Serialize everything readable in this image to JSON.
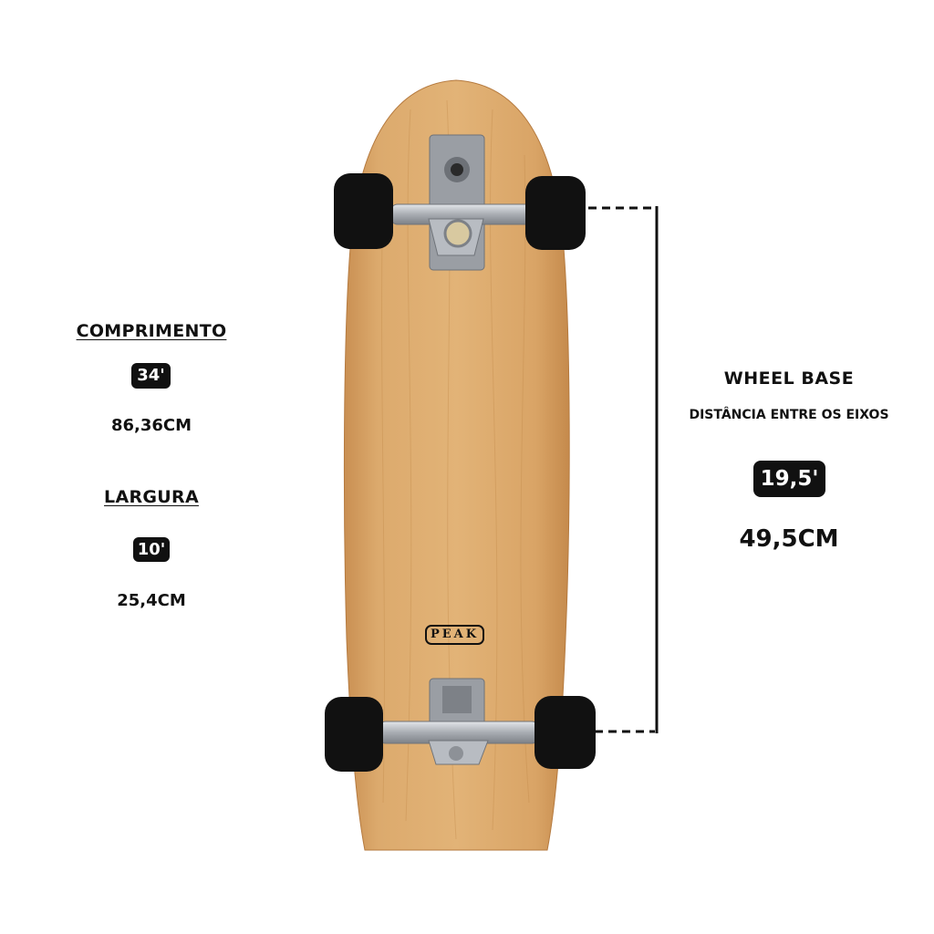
{
  "left_specs": {
    "length": {
      "heading": "COMPRIMENTO",
      "inches": "34'",
      "metric": "86,36CM"
    },
    "width": {
      "heading": "LARGURA",
      "inches": "10'",
      "metric": "25,4CM"
    }
  },
  "right_specs": {
    "wheelbase": {
      "heading": "WHEEL BASE",
      "subheading": "DISTÂNCIA ENTRE OS EIXOS",
      "inches": "19,5'",
      "metric": "49,5CM"
    }
  },
  "board": {
    "logo_text": "PEAK",
    "deck_color": "#d9a568",
    "wheel_color": "#111111",
    "truck_color": "#b8bcc2"
  }
}
